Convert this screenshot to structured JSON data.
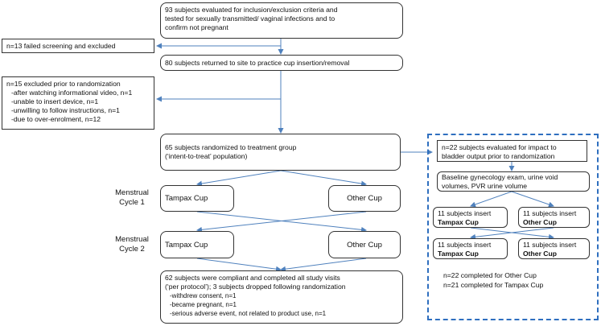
{
  "main": {
    "evaluated": [
      "93 subjects evaluated for inclusion/exclusion criteria and",
      "tested for sexually transmitted/ vaginal infections and to",
      "confirm not pregnant"
    ],
    "failed_screening": "n=13 failed screening and excluded",
    "returned": "80 subjects returned to site to practice cup insertion/removal",
    "excluded_title": "n=15 excluded prior to randomization",
    "excluded_items": [
      "-after watching informational video, n=1",
      "-unable to insert device, n=1",
      "-unwilling to follow instructions, n=1",
      "-due to over-enrolment, n=12"
    ],
    "randomized": [
      "65 subjects randomized to treatment group",
      "(‘intent-to-treat’ population)"
    ],
    "cycle1": [
      "Menstrual",
      "Cycle 1"
    ],
    "cycle2": [
      "Menstrual",
      "Cycle 2"
    ],
    "c1_left": "Tampax Cup",
    "c1_right": "Other Cup",
    "c2_left": "Tampax Cup",
    "c2_right": "Other Cup",
    "compliant": [
      "62 subjects were compliant and completed all study visits",
      "(‘per protocol’); 3 subjects dropped following randomization"
    ],
    "dropped_items": [
      "-withdrew consent, n=1",
      "-became pregnant, n=1",
      "-serious adverse event, not related to product use, n=1"
    ]
  },
  "substudy": {
    "evaluated": [
      "n=22 subjects evaluated for impact to",
      "bladder output prior to randomization"
    ],
    "baseline": [
      "Baseline gynecology exam, urine void",
      "volumes, PVR urine volume"
    ],
    "r1_left": {
      "text": "11 subjects insert",
      "bold": "Tampax Cup"
    },
    "r1_right": {
      "text": "11 subjects insert",
      "bold": "Other Cup"
    },
    "r2_left": {
      "text": "11 subjects insert",
      "bold": "Tampax Cup"
    },
    "r2_right": {
      "text": "11 subjects insert",
      "bold": "Other Cup"
    },
    "completed": [
      "n=22 completed for Other Cup",
      "n=21 completed for Tampax Cup"
    ]
  },
  "colors": {
    "arrow": "#4f81bd",
    "dashed_border": "#2f6fbf",
    "box_border": "#333333"
  }
}
